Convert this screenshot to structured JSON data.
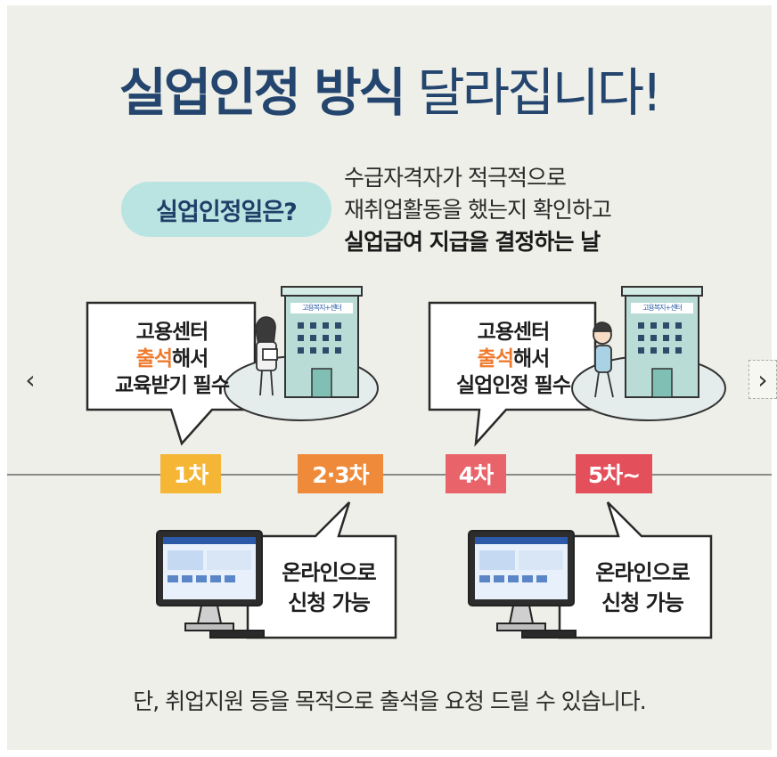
{
  "title": {
    "bold": "실업인정 방식",
    "light": "달라집니다!"
  },
  "pill_label": "실업인정일은?",
  "description": {
    "line1": "수급자격자가 적극적으로",
    "line2": "재취업활동을 했는지 확인하고",
    "line3": "실업급여 지급을 결정하는 날"
  },
  "bubbles": [
    {
      "line1": "고용센터",
      "highlight": "출석",
      "rest": "해서",
      "line3": "교육받기 필수"
    },
    {
      "line1": "고용센터",
      "highlight": "출석",
      "rest": "해서",
      "line3": "실업인정 필수"
    },
    {
      "line1": "온라인으로",
      "line2": "신청 가능"
    },
    {
      "line1": "온라인으로",
      "line2": "신청 가능"
    }
  ],
  "building_sign": "고용복지+센터",
  "steps": [
    {
      "label": "1차",
      "color": "#f4b634"
    },
    {
      "label": "2·3차",
      "color": "#ef8a3a"
    },
    {
      "label": "4차",
      "color": "#e8646a"
    },
    {
      "label": "5차~",
      "color": "#e34f5b"
    }
  ],
  "nav": {
    "prev": "‹",
    "next": "›"
  },
  "note": "단, 취업지원 등을 목적으로 출석을 요청 드릴 수 있습니다."
}
